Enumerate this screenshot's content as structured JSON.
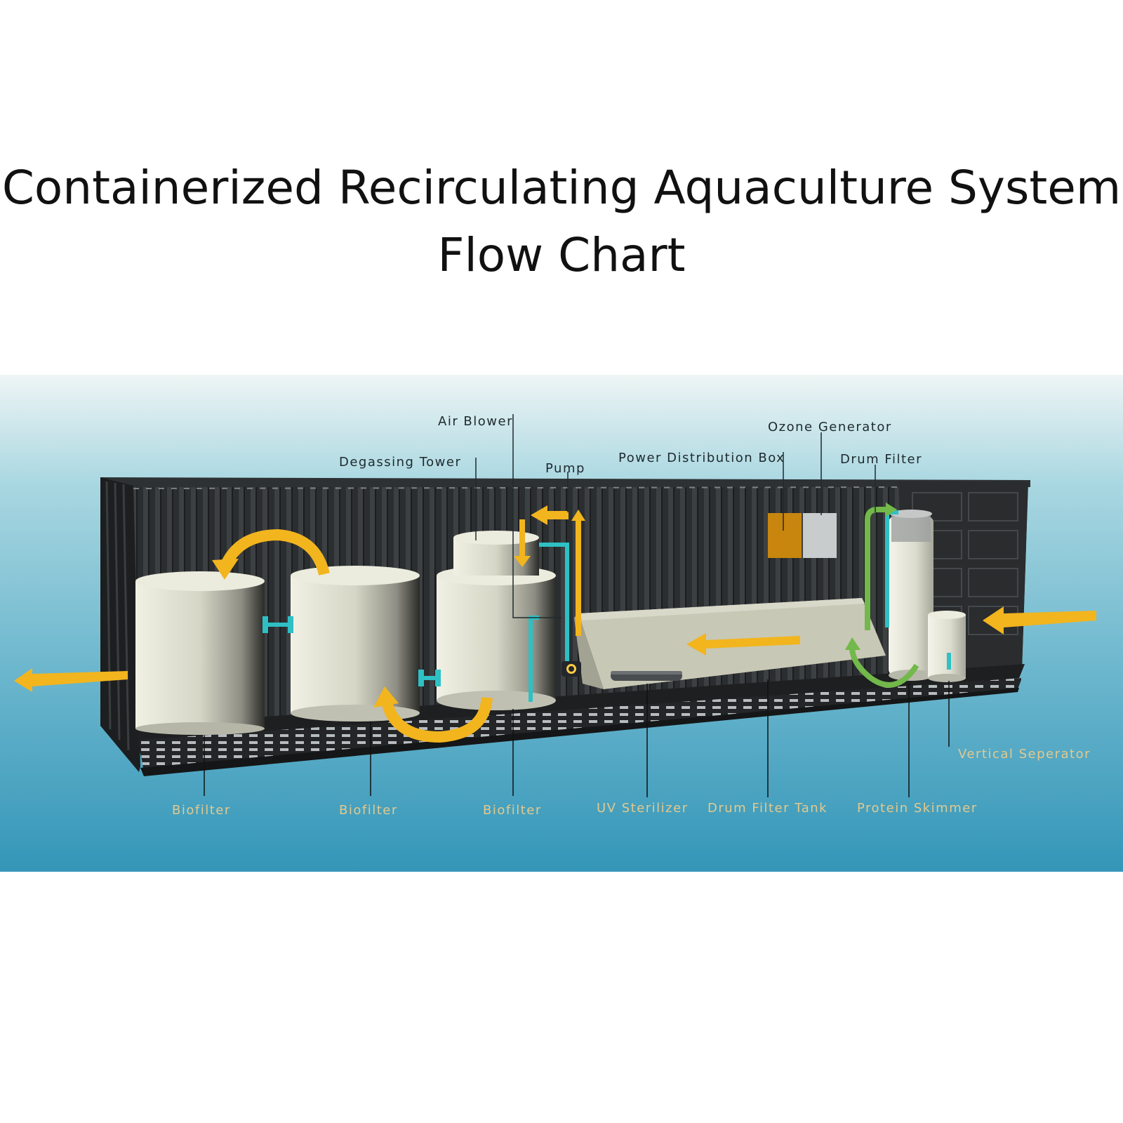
{
  "title": {
    "line1": "Containerized Recirculating Aquaculture System",
    "line2": "Flow Chart"
  },
  "labels": {
    "air_blower": "Air Blower",
    "degassing_tower": "Degassing Tower",
    "pump": "Pump",
    "power_distribution_box": "Power Distribution Box",
    "ozone_generator": "Ozone Generator",
    "drum_filter": "Drum Filter",
    "biofilter_1": "Biofilter",
    "biofilter_2": "Biofilter",
    "biofilter_3": "Biofilter",
    "uv_sterilizer": "UV Sterilizer",
    "drum_filter_tank": "Drum Filter Tank",
    "protein_skimmer": "Protein Skimmer",
    "vertical_seperator": "Vertical Seperator"
  },
  "colors": {
    "flow_arrow": "#f2b51e",
    "foam_arrow": "#72b84a",
    "pipe": "#2ec0c4",
    "container": "#2b2e30",
    "tank": "#dcdccc",
    "power_box": "#c8860e",
    "ozone_box": "#c9cccc",
    "label_light": "#e2c98f",
    "label_dark": "#1e2a2e"
  }
}
